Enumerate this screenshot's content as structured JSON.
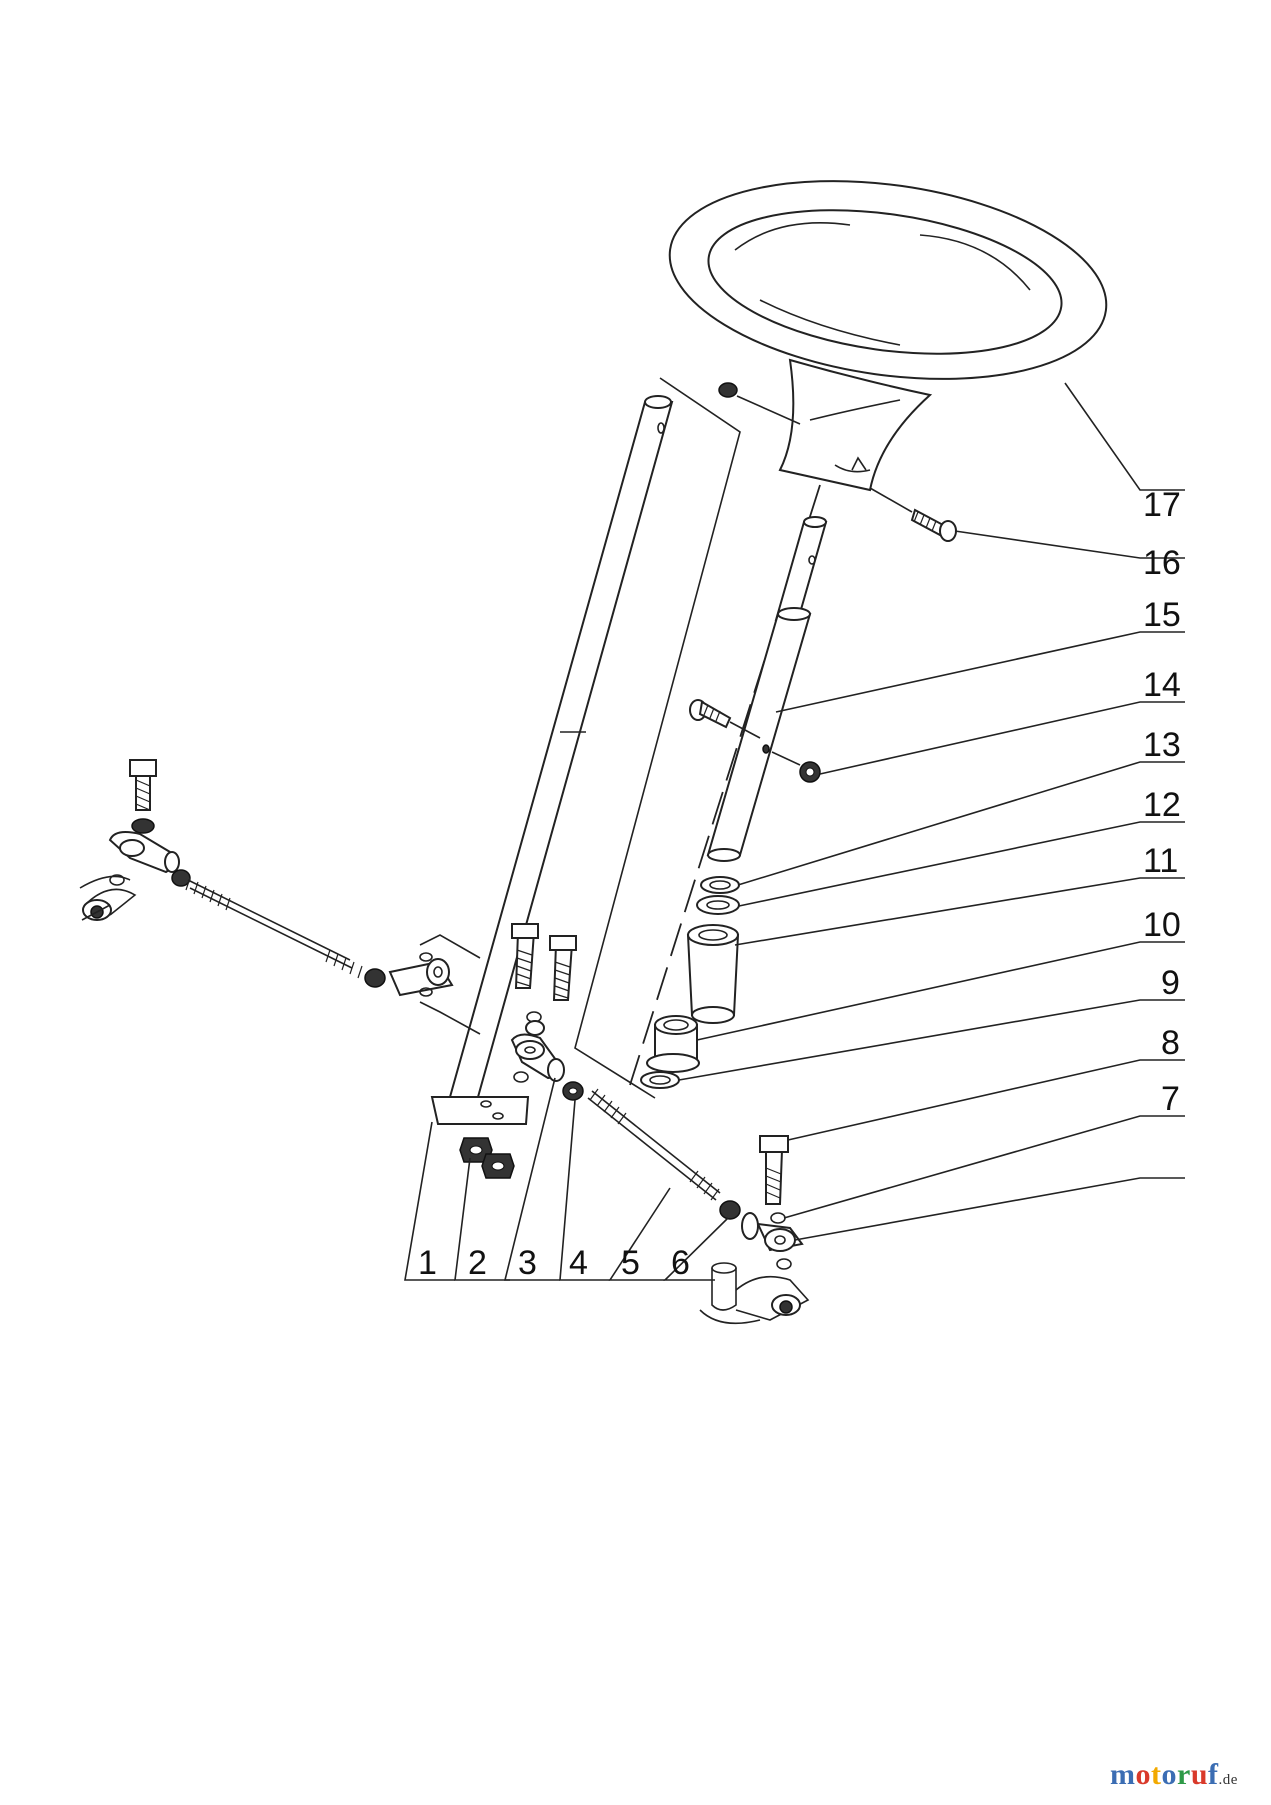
{
  "callouts": [
    {
      "id": "1",
      "label": "1"
    },
    {
      "id": "2",
      "label": "2"
    },
    {
      "id": "3",
      "label": "3"
    },
    {
      "id": "4",
      "label": "4"
    },
    {
      "id": "5",
      "label": "5"
    },
    {
      "id": "6",
      "label": "6"
    },
    {
      "id": "7",
      "label": "7"
    },
    {
      "id": "8",
      "label": "8"
    },
    {
      "id": "9",
      "label": "9"
    },
    {
      "id": "10",
      "label": "10"
    },
    {
      "id": "11",
      "label": "11"
    },
    {
      "id": "12",
      "label": "12"
    },
    {
      "id": "13",
      "label": "13"
    },
    {
      "id": "14",
      "label": "14"
    },
    {
      "id": "15",
      "label": "15"
    },
    {
      "id": "16",
      "label": "16"
    },
    {
      "id": "17",
      "label": "17"
    }
  ],
  "watermark": {
    "letters": [
      "m",
      "o",
      "t",
      "o",
      "r",
      "u",
      "f"
    ],
    "letter_colors": [
      "#3b6db3",
      "#d93a2b",
      "#f2a900",
      "#3b6db3",
      "#2e9a47",
      "#d93a2b",
      "#3b6db3"
    ],
    "domain": ".de"
  }
}
